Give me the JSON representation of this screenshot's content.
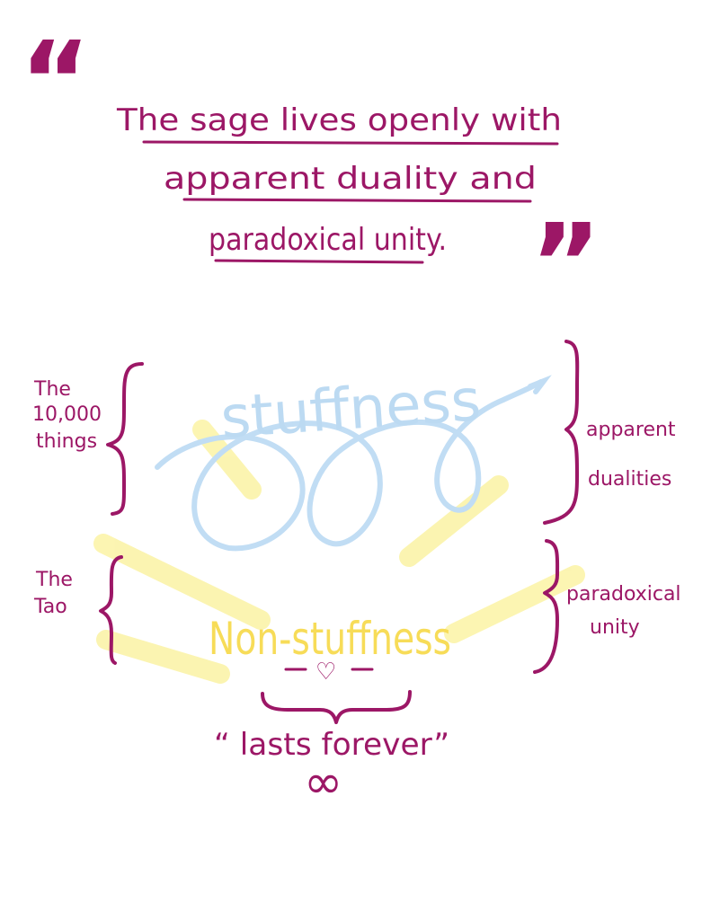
{
  "quote": {
    "open_mark": "“",
    "close_mark": "”",
    "lines": [
      "The sage lives openly with",
      "apparent duality  and",
      "paradoxical unity."
    ]
  },
  "labels": {
    "left_top": [
      "The",
      "10,000",
      "things"
    ],
    "left_bottom": [
      "The",
      "Tao"
    ],
    "right_top": [
      "apparent",
      "dualities"
    ],
    "right_bottom": [
      "paradoxical",
      "unity"
    ]
  },
  "center": {
    "stuff": "stuffness",
    "nonstuff": "Non-stuffness",
    "heart": "♡",
    "caption": "“ lasts forever”",
    "infinity": "∞"
  },
  "colors": {
    "ink": "#9c1766",
    "yellow": "#f7dc58",
    "blue": "#bcdaf2"
  }
}
